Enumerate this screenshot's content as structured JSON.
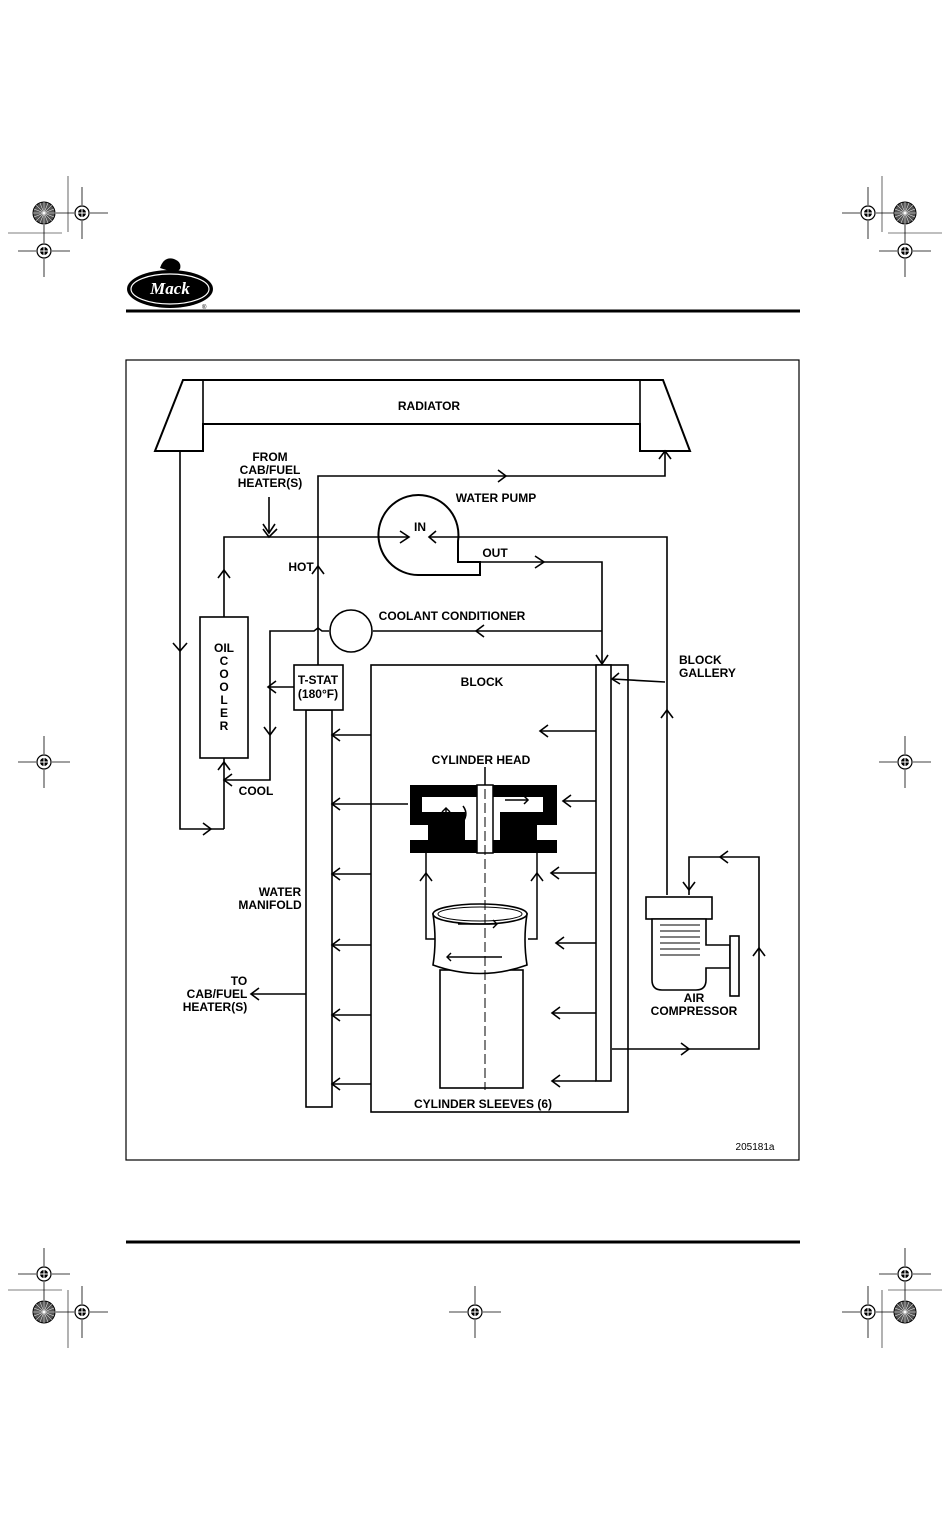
{
  "logo": {
    "text": "Mack",
    "trademark": "®"
  },
  "labels": {
    "radiator": "RADIATOR",
    "from_heater": [
      "FROM",
      "CAB/FUEL",
      "HEATER(S)"
    ],
    "water_pump": "WATER PUMP",
    "pump_in": "IN",
    "pump_out": "OUT",
    "hot": "HOT",
    "coolant_conditioner": "COOLANT CONDITIONER",
    "oil_cooler_top": "OIL",
    "oil_cooler_letters": [
      "C",
      "O",
      "O",
      "L",
      "E",
      "R"
    ],
    "tstat": [
      "T-STAT",
      "(180°F)"
    ],
    "block": "BLOCK",
    "block_gallery": [
      "BLOCK",
      "GALLERY"
    ],
    "cylinder_head": "CYLINDER HEAD",
    "cool": "COOL",
    "water_manifold": [
      "WATER",
      "MANIFOLD"
    ],
    "to_heater": [
      "TO",
      "CAB/FUEL",
      "HEATER(S)"
    ],
    "air_compressor": [
      "AIR",
      "COMPRESSOR"
    ],
    "cylinder_sleeves": "CYLINDER SLEEVES (6)",
    "figure_number": "205181a"
  }
}
